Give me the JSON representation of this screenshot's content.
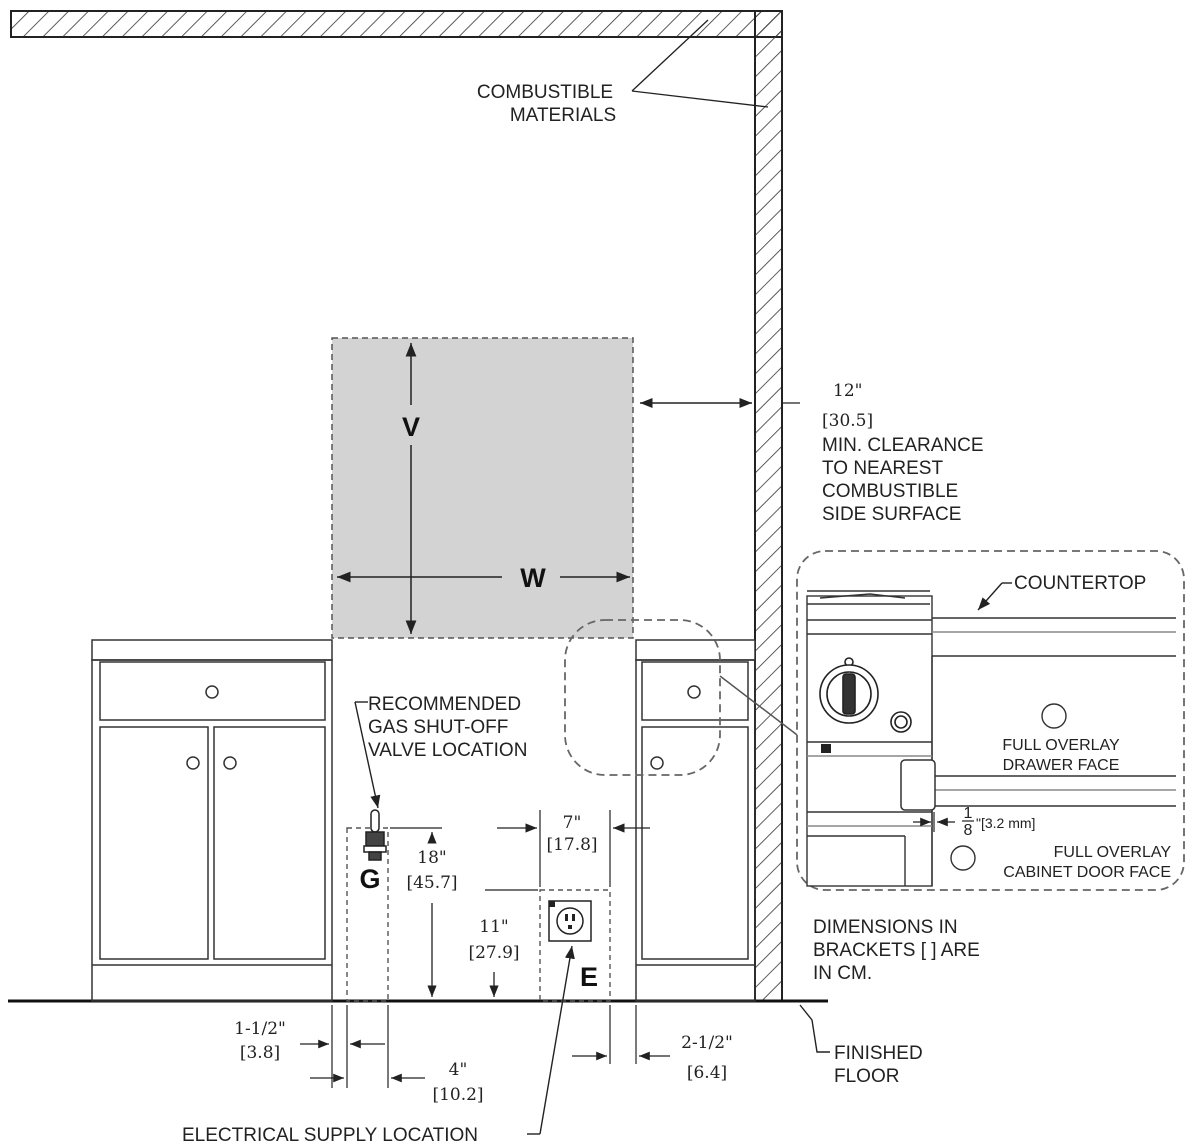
{
  "labels": {
    "combustible_1": "COMBUSTIBLE",
    "combustible_2": "MATERIALS",
    "clear_in": "12\"",
    "clear_cm": "[30.5]",
    "clear_1": "MIN. CLEARANCE",
    "clear_2": "TO NEAREST",
    "clear_3": "COMBUSTIBLE",
    "clear_4": "SIDE SURFACE",
    "v": "V",
    "w": "W",
    "gas_1": "RECOMMENDED",
    "gas_2": "GAS SHUT-OFF",
    "gas_3": "VALVE LOCATION",
    "g": "G",
    "e": "E",
    "d18_in": "18\"",
    "d18_cm": "[45.7]",
    "d7_in": "7\"",
    "d7_cm": "[17.8]",
    "d11_in": "11\"",
    "d11_cm": "[27.9]",
    "d1h_in": "1-1/2\"",
    "d1h_cm": "[3.8]",
    "d4_in": "4\"",
    "d4_cm": "[10.2]",
    "d2h_in": "2-1/2\"",
    "d2h_cm": "[6.4]",
    "electrical": "ELECTRICAL SUPPLY LOCATION",
    "countertop": "COUNTERTOP",
    "drawer_1": "FULL OVERLAY",
    "drawer_2": "DRAWER FACE",
    "eighth_num": "1",
    "eighth_den": "8",
    "eighth_mm": "\"[3.2 mm]",
    "door_1": "FULL OVERLAY",
    "door_2": "CABINET DOOR FACE",
    "dims_1": "DIMENSIONS IN",
    "dims_2": "BRACKETS  [ ] ARE",
    "dims_3": "IN CM.",
    "floor_1": "FINISHED",
    "floor_2": "FLOOR"
  },
  "colors": {
    "line": "#2a2a2a",
    "zone_fill": "#d3d3d3",
    "dash": "#555555"
  }
}
